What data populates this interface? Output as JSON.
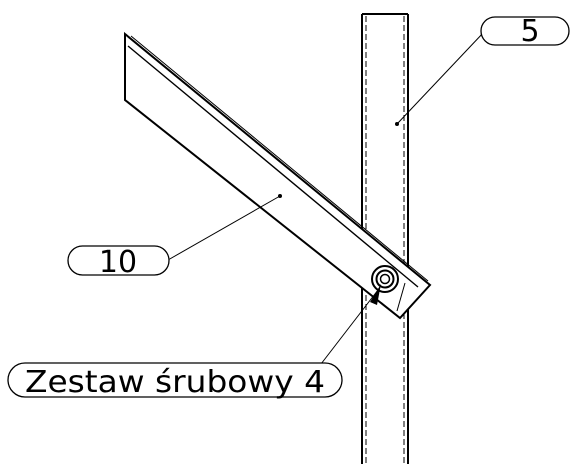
{
  "callouts": {
    "part_5": "5",
    "part_10": "10",
    "bolt_set": "Zestaw śrubowy 4"
  },
  "colors": {
    "line": "#000000",
    "background": "#ffffff"
  }
}
